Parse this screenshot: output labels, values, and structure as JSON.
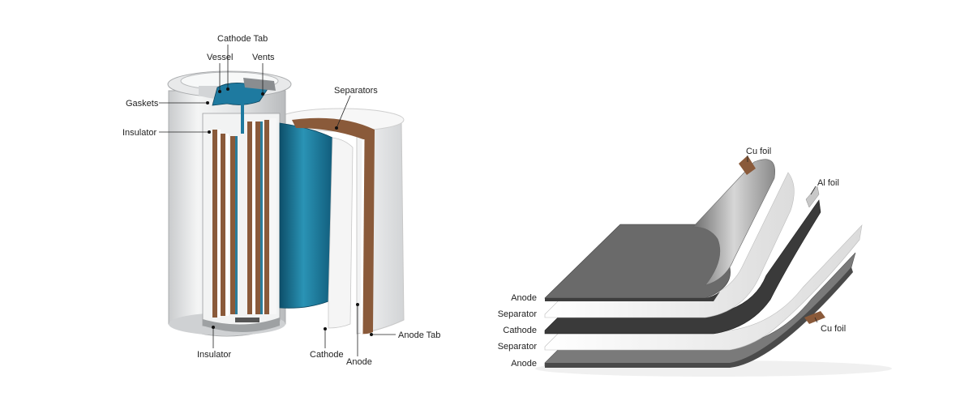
{
  "cylinder_cell": {
    "labels": {
      "cathode_tab": "Cathode Tab",
      "vessel": "Vessel",
      "vents": "Vents",
      "gaskets": "Gaskets",
      "insulator_top": "Insulator",
      "separators": "Separators",
      "insulator_bottom": "Insulator",
      "cathode": "Cathode",
      "anode": "Anode",
      "anode_tab": "Anode Tab"
    }
  },
  "layer_stack": {
    "labels": {
      "anode_top": "Anode",
      "separator_1": "Separator",
      "cathode": "Cathode",
      "separator_2": "Separator",
      "anode_bottom": "Anode",
      "cu_foil_top": "Cu foil",
      "al_foil": "Al foil",
      "cu_foil_bottom": "Cu foil"
    }
  },
  "colors": {
    "teal": "#1f7fa0",
    "copper": "#8a5a3a",
    "steel": "#d8dadc",
    "dark_layer": "#3a3a3a",
    "gray_layer": "#6b6b6b"
  }
}
